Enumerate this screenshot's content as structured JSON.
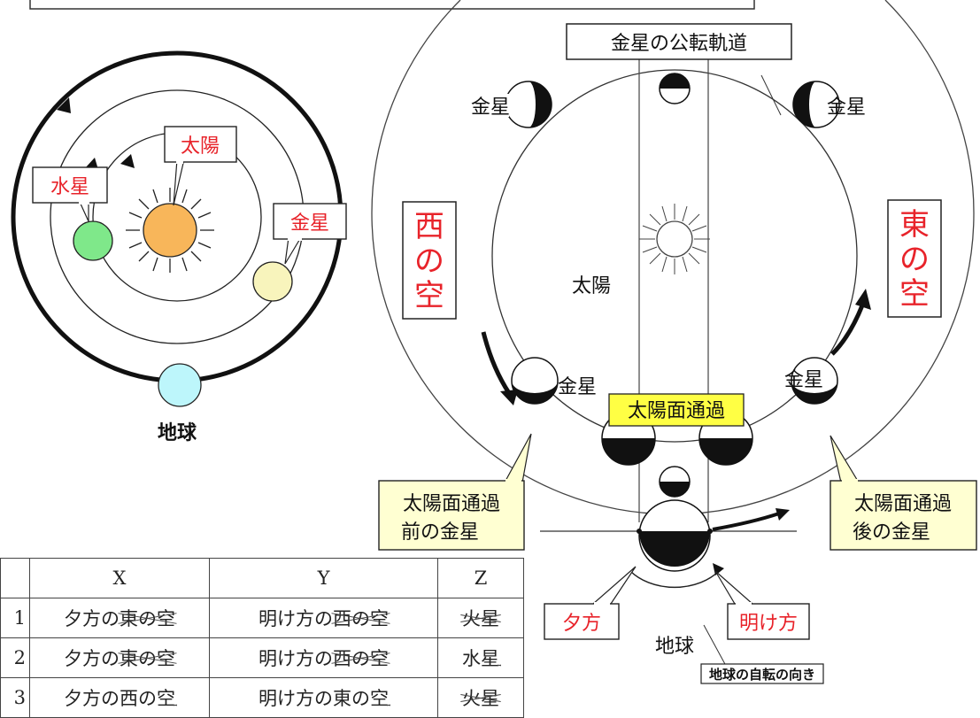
{
  "left_diagram": {
    "sun": "太陽",
    "mercury": "水星",
    "venus": "金星",
    "earth": "地球"
  },
  "right_diagram": {
    "orbit_label": "金星の公転軌道",
    "venus_label": "金星",
    "sun": "太陽",
    "west_sky": [
      "西",
      "の",
      "空"
    ],
    "east_sky": [
      "東",
      "の",
      "空"
    ],
    "transit": "太陽面通過",
    "before_transit": [
      "太陽面通過",
      "前の金星"
    ],
    "after_transit": [
      "太陽面通過",
      "後の金星"
    ],
    "evening": "夕方",
    "dawn": "明け方",
    "earth": "地球",
    "rotation": "地球の自転の向き"
  },
  "table": {
    "headers": [
      "",
      "X",
      "Y",
      "Z"
    ],
    "rows": [
      {
        "n": "1",
        "x_keep": "夕方の",
        "x_strike": "東の空",
        "y_keep": "明け方の",
        "y_strike": "西の空",
        "z_keep": "",
        "z_strike": "火星"
      },
      {
        "n": "2",
        "x_keep": "夕方の",
        "x_strike": "東の空",
        "y_keep": "明け方の",
        "y_strike": "西の空",
        "z_keep": "水星",
        "z_strike": ""
      },
      {
        "n": "3",
        "x_keep": "夕方の西の空",
        "x_strike": "",
        "y_keep": "明け方の東の空",
        "y_strike": "",
        "z_keep": "",
        "z_strike": "火星"
      }
    ]
  },
  "colors": {
    "red_text": "#e8232a",
    "sun_fill": "#f8b65a",
    "mercury_fill": "#7fe88a",
    "venus_fill": "#f8f4bc",
    "earth_fill": "#bdf6fb",
    "yellow_box": "#ffff44",
    "callout_fill": "#ffffd2"
  }
}
